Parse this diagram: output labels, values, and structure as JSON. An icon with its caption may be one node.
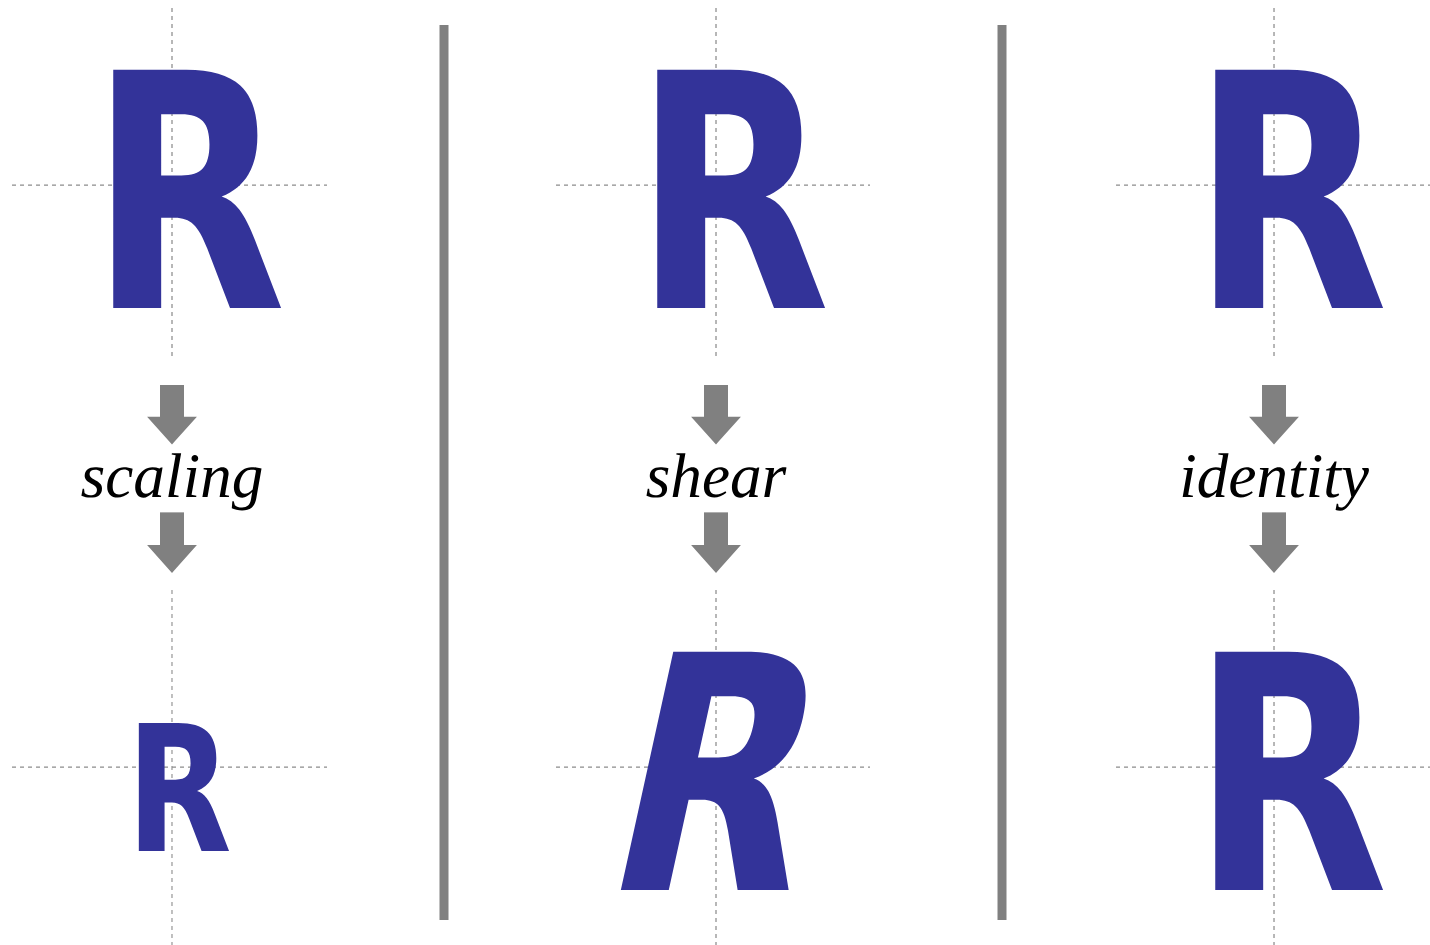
{
  "diagram": {
    "nodes": [
      {
        "text": [
          "R"
        ]
      },
      {
        "text": [
          "scaling"
        ]
      },
      {
        "text": [
          "R"
        ]
      },
      {
        "text": [
          "R"
        ]
      },
      {
        "text": [
          "shear"
        ]
      },
      {
        "text": [
          "R"
        ]
      },
      {
        "text": [
          "R"
        ]
      },
      {
        "text": [
          "identity"
        ]
      },
      {
        "text": [
          "R"
        ]
      }
    ],
    "edges": [
      {
        "from": null,
        "to": 1,
        "arrow": "to"
      },
      {
        "from": 1,
        "to": null,
        "arrow": "to"
      },
      {
        "from": null,
        "to": 4,
        "arrow": "to"
      },
      {
        "from": 4,
        "to": null,
        "arrow": "to"
      },
      {
        "from": null,
        "to": 7,
        "arrow": "to"
      },
      {
        "from": 7,
        "to": null,
        "arrow": "to"
      }
    ]
  }
}
